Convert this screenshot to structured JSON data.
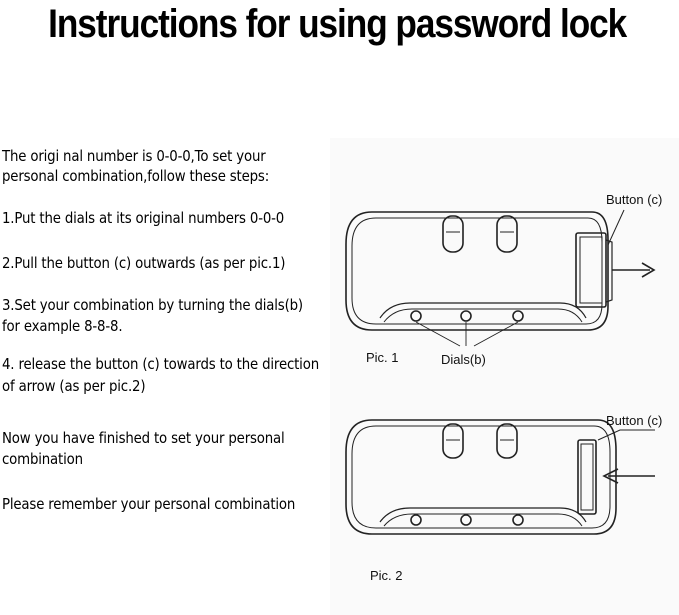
{
  "title": "Instructions for using password lock",
  "steps": {
    "intro_line1": "The origi nal number is 0-0-0,To set your",
    "intro_line2": "personal combination,follow these steps:",
    "step1": "1.Put the dials at its original numbers 0-0-0",
    "step2": "2.Pull the button (c) outwards  (as per pic.1)",
    "step3_line1": "3.Set your combination by turning the dials(b)",
    "step3_line2": "for example 8-8-8.",
    "step4_line1": "4. release the button (c) towards to the direction",
    "step4_line2": "of arrow (as per pic.2)",
    "finish_line1": "Now you have finished to set your personal",
    "finish_line2": "combination",
    "remember": "Please remember your personal combination"
  },
  "diagram": {
    "pic1_button_label": "Button (c)",
    "pic1_caption": "Pic. 1",
    "dials_label": "Dials(b)",
    "pic2_button_label": "Button (c)",
    "pic2_caption": "Pic. 2"
  },
  "colors": {
    "ink": "#000000",
    "line": "#222222",
    "panel": "#fafafa"
  }
}
